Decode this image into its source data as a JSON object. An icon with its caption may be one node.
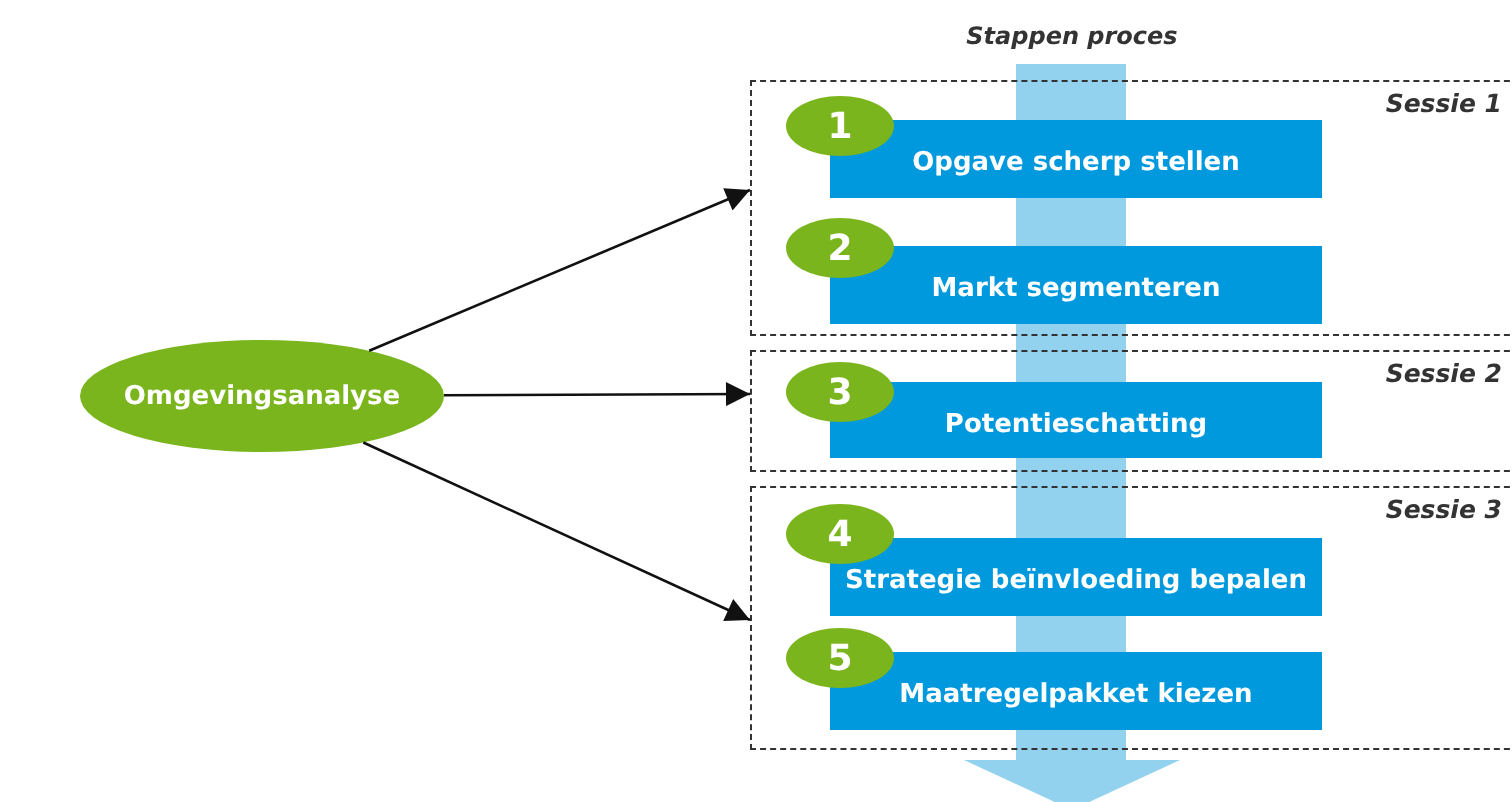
{
  "diagram": {
    "nodes": [
      {
        "text": [
          "Omgevingsanalyse"
        ]
      },
      {
        "text": [
          "Sessie 1"
        ]
      },
      {
        "text": [
          "1"
        ],
        "in": 1
      },
      {
        "text": [
          "Opgave scherp stellen"
        ],
        "in": 1
      },
      {
        "text": [
          "2"
        ],
        "in": 1
      },
      {
        "text": [
          "Markt segmenteren"
        ],
        "in": 1
      },
      {
        "text": [
          "Sessie 2"
        ]
      },
      {
        "text": [
          "3"
        ],
        "in": 6
      },
      {
        "text": [
          "Potentieschatting"
        ],
        "in": 6
      },
      {
        "text": [
          "Sessie 3"
        ]
      },
      {
        "text": [
          "4"
        ],
        "in": 9
      },
      {
        "text": [
          "Strategie beïnvloeding bepalen"
        ],
        "in": 9
      },
      {
        "text": [
          "5"
        ],
        "in": 9
      },
      {
        "text": [
          "Maatregelpakket kiezen"
        ],
        "in": 9
      }
    ],
    "edges": [
      {
        "from": 0,
        "to": 1,
        "arrow": "to"
      },
      {
        "from": 0,
        "to": 6,
        "arrow": "to"
      },
      {
        "from": 0,
        "to": 9,
        "arrow": "to"
      }
    ],
    "labels": [
      "Stappen proces"
    ]
  }
}
